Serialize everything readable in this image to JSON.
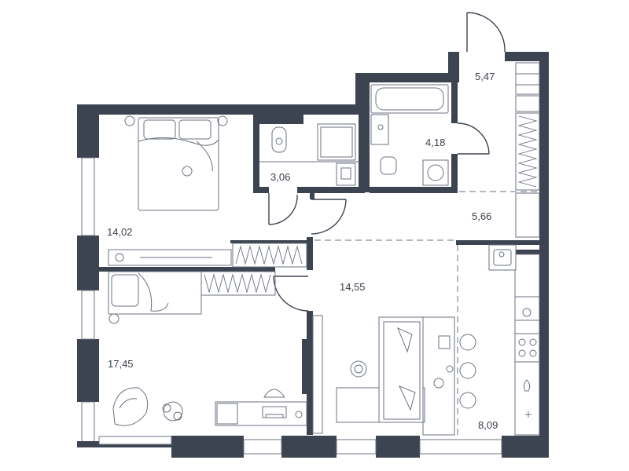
{
  "rooms": [
    {
      "id": "bedroom-1",
      "area": "14,02"
    },
    {
      "id": "wc",
      "area": "3,06"
    },
    {
      "id": "bathroom",
      "area": "4,18"
    },
    {
      "id": "entry-hall",
      "area": "5,47"
    },
    {
      "id": "corridor",
      "area": "5,66"
    },
    {
      "id": "bedroom-2",
      "area": "17,45"
    },
    {
      "id": "living-room",
      "area": "14,55"
    },
    {
      "id": "kitchen",
      "area": "8,09"
    }
  ],
  "colors": {
    "wall": "#3d4451",
    "furniture": "#6b7280",
    "label": "#3a3f4a",
    "background": "#ffffff"
  }
}
